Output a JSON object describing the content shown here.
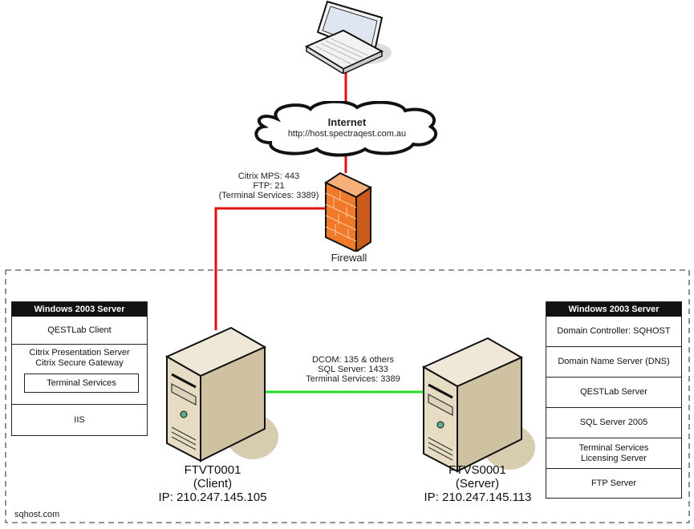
{
  "internet": {
    "title": "Internet",
    "url": "http://host.spectraqest.com.au"
  },
  "firewall": {
    "label": "Firewall",
    "ports": [
      "Citrix MPS: 443",
      "FTP: 21",
      "(Terminal Services: 3389)"
    ]
  },
  "link_between_servers": {
    "ports": [
      "DCOM: 135 & others",
      "SQL Server: 1433",
      "Terminal Services: 3389"
    ]
  },
  "client_server": {
    "name": "FTVT0001",
    "role": "(Client)",
    "ip": "IP: 210.247.145.105",
    "panel": {
      "header": "Windows 2003 Server",
      "rows": [
        {
          "lines": [
            "QESTLab Client"
          ]
        },
        {
          "lines": [
            "Citrix Presentation Server",
            "Citrix Secure Gateway"
          ],
          "nested": "Terminal Services"
        },
        {
          "lines": [
            "IIS"
          ]
        }
      ]
    }
  },
  "main_server": {
    "name": "FTVS0001",
    "role": "(Server)",
    "ip": "IP: 210.247.145.113",
    "panel": {
      "header": "Windows 2003 Server",
      "rows": [
        {
          "lines": [
            "Domain Controller: SQHOST"
          ]
        },
        {
          "lines": [
            "Domain Name Server (DNS)"
          ]
        },
        {
          "lines": [
            "QESTLab Server"
          ]
        },
        {
          "lines": [
            "SQL Server 2005"
          ]
        },
        {
          "lines": [
            "Terminal Services",
            "Licensing Server"
          ]
        },
        {
          "lines": [
            "FTP Server"
          ]
        }
      ]
    }
  },
  "network_zone": {
    "label": "sqhost.com"
  },
  "colors": {
    "internet_link": "#e01010",
    "lan_link": "#22dd22",
    "firewall": "#f07a2a",
    "server_body": "#d8ccb0"
  }
}
